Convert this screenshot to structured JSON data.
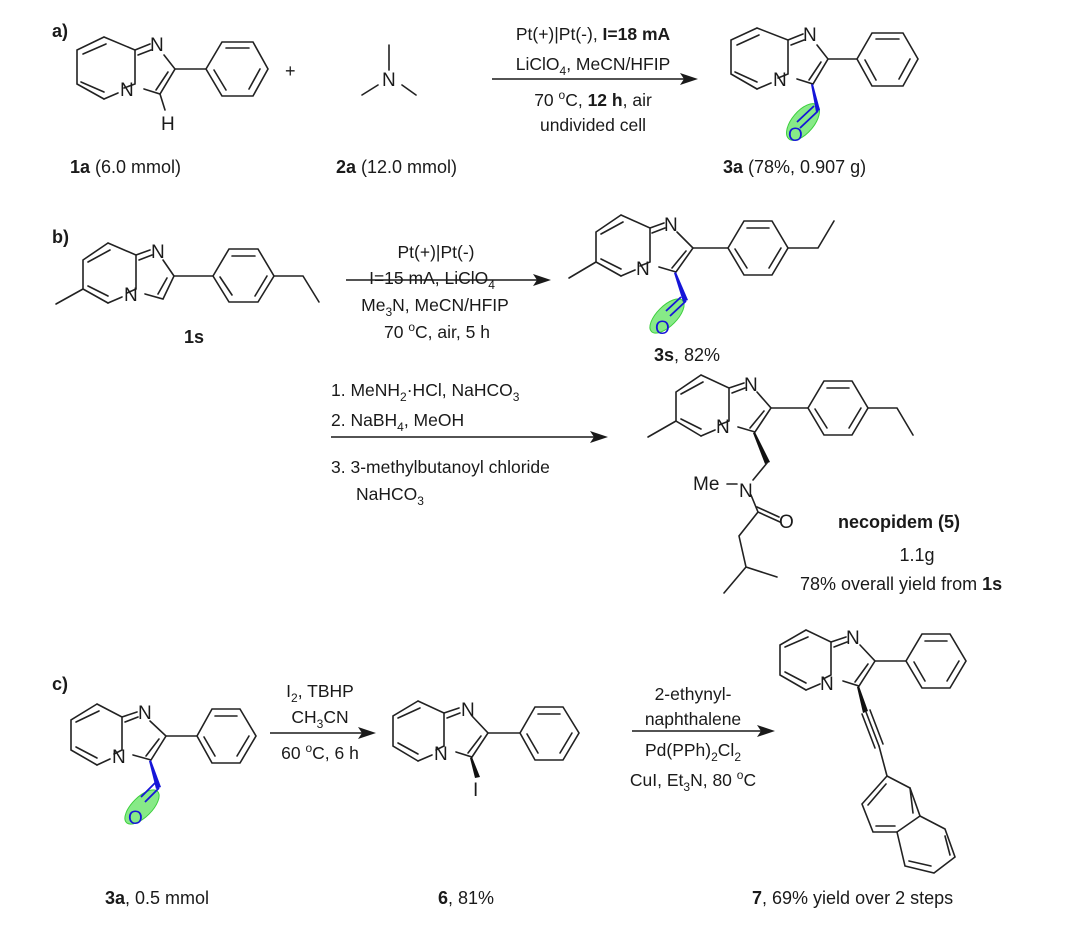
{
  "scheme": {
    "panel_a": {
      "label": "a)",
      "plus": "+",
      "reactant1": {
        "id": "1a",
        "amount": " (6.0 mmol)",
        "atoms": {
          "N1": "N",
          "N2": "N",
          "H": "H"
        }
      },
      "reactant2": {
        "id": "2a",
        "amount": " (12.0 mmol)",
        "atoms": {
          "N": "N"
        }
      },
      "conditions": {
        "line1_pre": "Pt(+)|Pt(-), ",
        "line1_bold": "I=18 mA",
        "line2": "LiClO",
        "line2_sub": "4",
        "line2_post": ", MeCN/HFIP",
        "line3_pre": "70 ",
        "line3_deg": "o",
        "line3_mid": "C, ",
        "line3_bold": "12 h",
        "line3_post": ", air",
        "line4": "undivided cell"
      },
      "product": {
        "id": "3a",
        "yield": " (78%, 0.907 g)",
        "atoms": {
          "N1": "N",
          "N2": "N",
          "O": "O"
        }
      }
    },
    "panel_b": {
      "label": "b)",
      "reactant": {
        "id": "1s",
        "atoms": {
          "N1": "N",
          "N2": "N"
        }
      },
      "conditions": {
        "line1": "Pt(+)|Pt(-)",
        "line2": "I=15 mA, LiClO",
        "line2_sub": "4",
        "line3_pre": "Me",
        "line3_sub": "3",
        "line3_post": "N, MeCN/HFIP",
        "line4_pre": "70 ",
        "line4_deg": "o",
        "line4_post": "C, air, 5 h"
      },
      "product": {
        "id": "3s",
        "yield": ", 82%",
        "atoms": {
          "N1": "N",
          "N2": "N",
          "O": "O"
        }
      },
      "steps": {
        "s1_pre": "1. MeNH",
        "s1_sub": "2",
        "s1_mid": "·HCl, NaHCO",
        "s1_sub2": "3",
        "s2_pre": "2. NaBH",
        "s2_sub": "4",
        "s2_post": ", MeOH",
        "s3": "3. 3-methylbutanoyl chloride",
        "s3b_pre": "NaHCO",
        "s3b_sub": "3"
      },
      "final": {
        "name": "necopidem (5)",
        "mass": "1.1g",
        "yield_pre": "78% overall yield from ",
        "yield_ref": "1s",
        "atoms": {
          "N1": "N",
          "N2": "N",
          "Me": "Me",
          "N3": "N",
          "O": "O"
        }
      }
    },
    "panel_c": {
      "label": "c)",
      "reactant": {
        "id": "3a",
        "amount": ", 0.5 mmol",
        "atoms": {
          "N1": "N",
          "N2": "N",
          "O": "O"
        }
      },
      "conditions1": {
        "line1_pre": "I",
        "line1_sub": "2",
        "line1_post": ", TBHP",
        "line2_pre": "CH",
        "line2_sub": "3",
        "line2_post": "CN",
        "line3_pre": "60 ",
        "line3_deg": "o",
        "line3_post": "C, 6 h"
      },
      "intermediate": {
        "id": "6",
        "yield": ", 81%",
        "atoms": {
          "N1": "N",
          "N2": "N",
          "I": "I"
        }
      },
      "conditions2": {
        "line1": "2-ethynyl-",
        "line2": "naphthalene",
        "line3_pre": "Pd(PPh)",
        "line3_sub": "2",
        "line3_mid": "Cl",
        "line3_sub2": "2",
        "line4_pre": "CuI, Et",
        "line4_sub": "3",
        "line4_mid": "N, 80 ",
        "line4_deg": "o",
        "line4_post": "C"
      },
      "product": {
        "id": "7",
        "yield": ", 69% yield over 2 steps",
        "atoms": {
          "N1": "N",
          "N2": "N"
        }
      }
    },
    "colors": {
      "highlight": "#5fe35f",
      "bond_highlight": "#1515d8"
    }
  }
}
